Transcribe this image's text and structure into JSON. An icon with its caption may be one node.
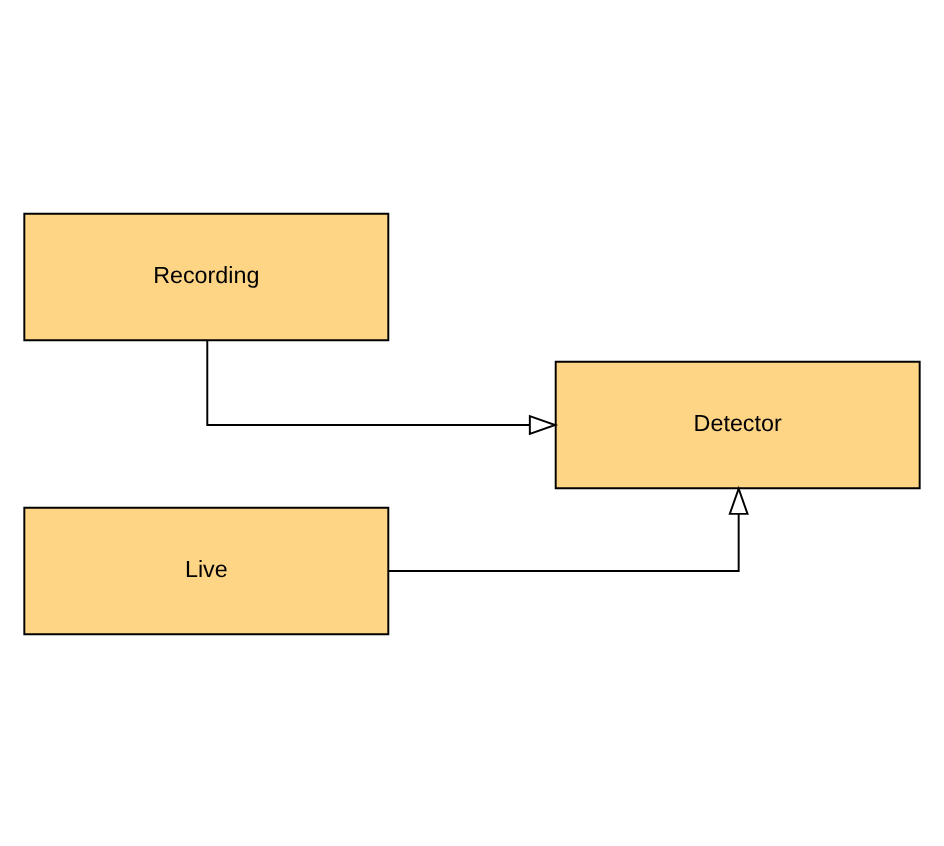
{
  "diagram": {
    "nodes": [
      {
        "text": [
          "Recording"
        ]
      },
      {
        "text": [
          "Detector"
        ]
      },
      {
        "text": [
          "Live"
        ]
      }
    ],
    "edges": [
      {
        "from": 0,
        "to": 1,
        "arrow": "to"
      },
      {
        "from": 2,
        "to": 1,
        "arrow": "to"
      }
    ]
  }
}
